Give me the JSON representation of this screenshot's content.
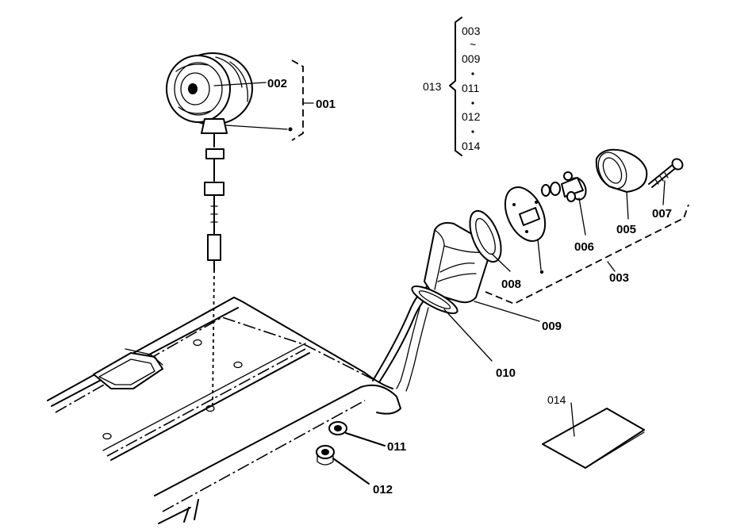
{
  "callouts": {
    "c001": "001",
    "c002": "002",
    "c003": "003",
    "c005": "005",
    "c006": "006",
    "c007": "007",
    "c008": "008",
    "c009": "009",
    "c010": "010",
    "c011": "011",
    "c012": "012",
    "c014": "014"
  },
  "kit_group": {
    "label": "013",
    "items": [
      "003",
      "009",
      "011",
      "012",
      "014"
    ],
    "range_mark": "~"
  }
}
